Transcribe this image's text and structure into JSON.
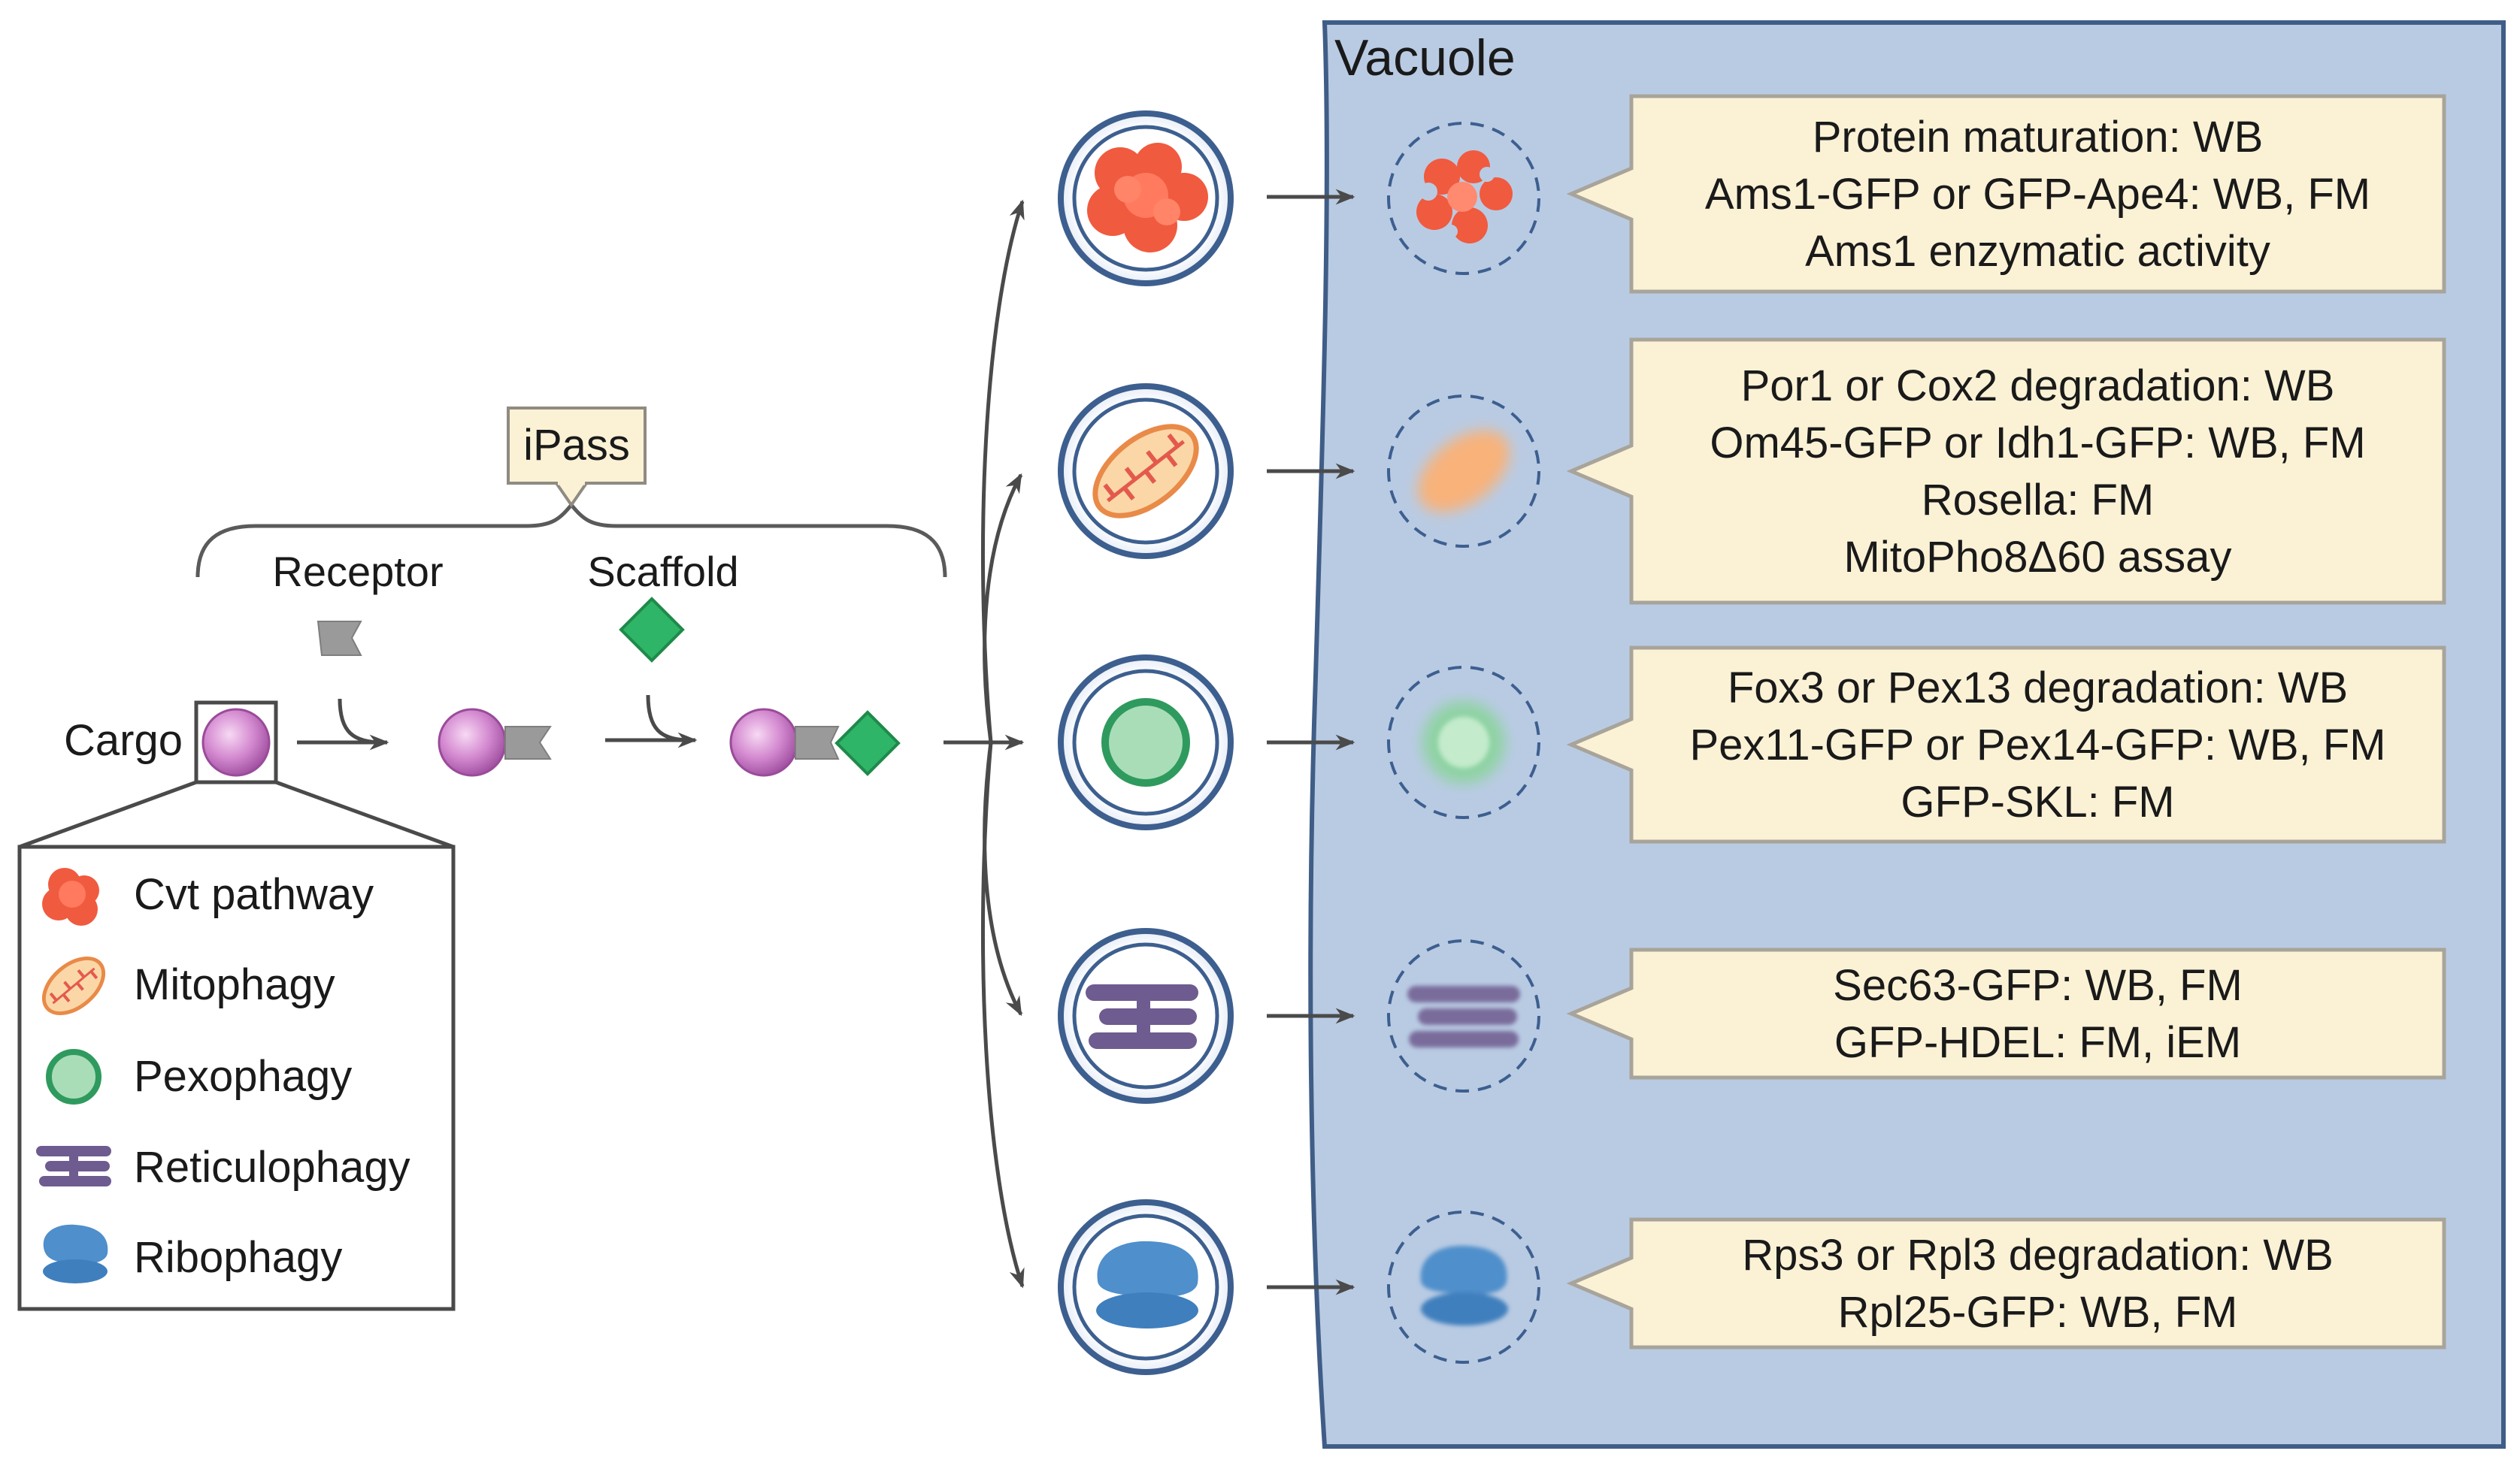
{
  "title": "",
  "vacuole_label": "Vacuole",
  "ipass_label": "iPass",
  "receptor_label": "Receptor",
  "scaffold_label": "Scaffold",
  "cargo_label": "Cargo",
  "legend": [
    {
      "label": "Cvt pathway",
      "icon": "cvt-cargo-icon"
    },
    {
      "label": "Mitophagy",
      "icon": "mitochondrion-icon"
    },
    {
      "label": "Pexophagy",
      "icon": "peroxisome-icon"
    },
    {
      "label": "Reticulophagy",
      "icon": "er-icon"
    },
    {
      "label": "Ribophagy",
      "icon": "ribosome-icon"
    }
  ],
  "assays": [
    {
      "lines": [
        "Protein maturation: WB",
        "Ams1-GFP or GFP-Ape4: WB, FM",
        "Ams1 enzymatic activity"
      ]
    },
    {
      "lines": [
        "Por1 or Cox2 degradation: WB",
        "Om45-GFP or Idh1-GFP: WB, FM",
        "Rosella: FM",
        "MitoPho8Δ60 assay"
      ]
    },
    {
      "lines": [
        "Fox3 or Pex13 degradation: WB",
        "Pex11-GFP or Pex14-GFP: WB, FM",
        "GFP-SKL: FM"
      ]
    },
    {
      "lines": [
        "Sec63-GFP: WB, FM",
        "GFP-HDEL: FM, iEM"
      ]
    },
    {
      "lines": [
        "Rps3 or Rpl3 degradation: WB",
        "Rpl25-GFP: WB, FM"
      ]
    }
  ],
  "colors": {
    "vacuole": "#b9cbe3",
    "vacuole_border": "#3f5d86",
    "callout_fill": "#fbf2d6",
    "callout_border": "#a8a49a",
    "cargo": "#c873c4",
    "receptor": "#9a9a9a",
    "scaffold": "#2fb567",
    "cvt": "#f05a3f",
    "mito": "#f6a669",
    "pexo": "#a9ddb8",
    "er": "#6e5b8f",
    "ribo": "#4f8fcb",
    "vesicle_ring": "#3d5f8f"
  }
}
